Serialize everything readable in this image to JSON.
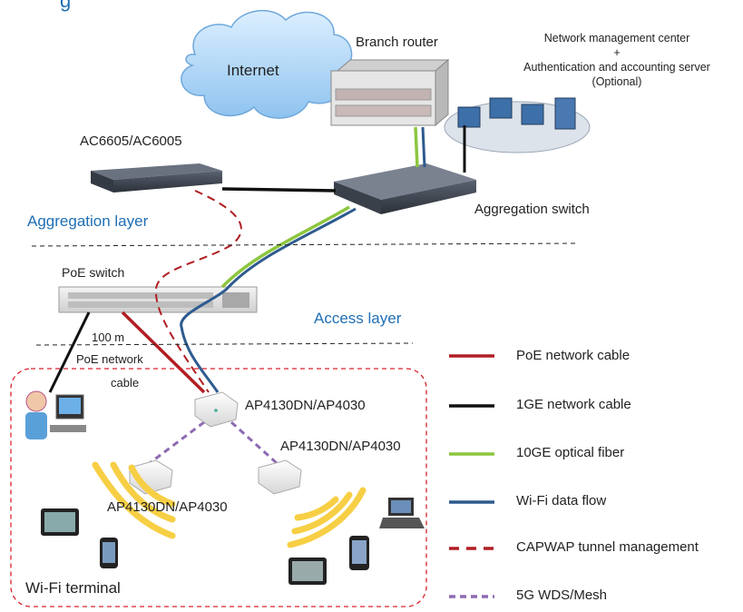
{
  "header": {
    "partial_title": "g"
  },
  "devices": {
    "internet": "Internet",
    "branch_router": "Branch router",
    "nmc_line1": "Network management center",
    "nmc_plus": "+",
    "nmc_line2": "Authentication and accounting server",
    "nmc_line3": "(Optional)",
    "ac": "AC6605/AC6005",
    "aggregation_switch": "Aggregation switch",
    "poe_switch": "PoE switch",
    "ap_top": "AP4130DN/AP4030",
    "ap_right": "AP4130DN/AP4030",
    "ap_left": "AP4130DN/AP4030",
    "wifi_terminal": "Wi-Fi terminal"
  },
  "layers": {
    "aggregation": "Aggregation layer",
    "access": "Access layer"
  },
  "cable_note": {
    "distance": "100 m",
    "line1": "PoE network",
    "line2": "cable"
  },
  "legend": [
    {
      "label": "PoE  network cable",
      "color": "#b01e23",
      "style": "solid"
    },
    {
      "label": "1GE network cable",
      "color": "#111111",
      "style": "solid"
    },
    {
      "label": "10GE  optical fiber",
      "color": "#8dc63f",
      "style": "solid"
    },
    {
      "label": "Wi-Fi  data flow",
      "color": "#2e5b8f",
      "style": "solid"
    },
    {
      "label": "CAPWAP  tunnel management",
      "color": "#b01e23",
      "style": "dashed"
    },
    {
      "label": "5G WDS/Mesh",
      "color": "#8e6bb3",
      "style": "dashed"
    }
  ],
  "colors": {
    "cloud": "#a9d4f7",
    "layer_text": "#1f6fb5",
    "wifi_waves": "#f7cf45",
    "zone_border": "#d9232e"
  }
}
